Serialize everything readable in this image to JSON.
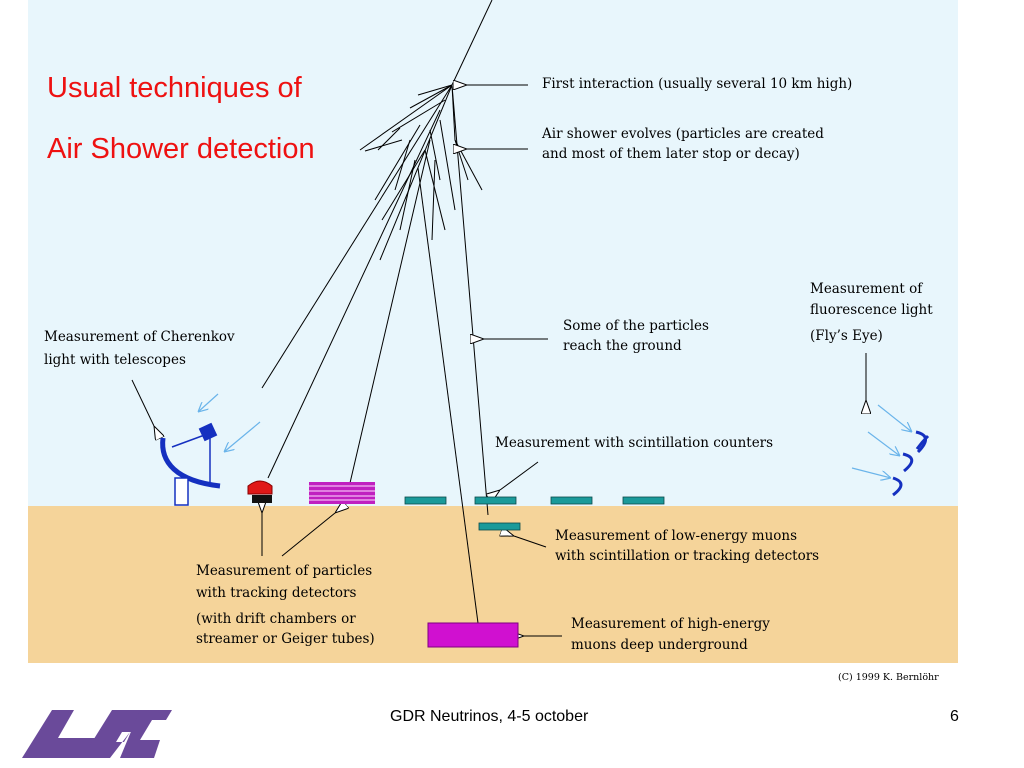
{
  "title": {
    "line1": "Usual techniques of",
    "line2": "Air Shower detection"
  },
  "annotations": {
    "first_interaction": "First interaction (usually several 10 km high)",
    "shower_evolves_1": "Air shower evolves (particles are created",
    "shower_evolves_2": "and most of them later stop or decay)",
    "reach_ground_1": "Some of the particles",
    "reach_ground_2": "reach the ground",
    "cherenkov_1": "Measurement of Cherenkov",
    "cherenkov_2": "light with telescopes",
    "fluorescence_1": "Measurement of",
    "fluorescence_2": "fluorescence light",
    "fluorescence_3": "(Fly’s Eye)",
    "scintillation": "Measurement with scintillation counters",
    "low_energy_muons_1": "Measurement of low-energy muons",
    "low_energy_muons_2": "with scintillation or tracking detectors",
    "tracking_1": "Measurement of particles",
    "tracking_2": "with tracking detectors",
    "tracking_3": "(with drift chambers or",
    "tracking_4": "streamer or Geiger tubes)",
    "high_energy_muons_1": "Measurement of high-energy",
    "high_energy_muons_2": "muons deep underground"
  },
  "copyright": "(C) 1999 K. Bernlöhr",
  "footer": {
    "center_text": "GDR Neutrinos, 4-5 october",
    "page_number": "6",
    "logo": "lal-logo"
  },
  "colors": {
    "sky": "#e8f6fc",
    "ground": "#f5d49a",
    "title": "#ee1111",
    "telescope": "#1530c0",
    "scintillator": "#1a9a9a",
    "tracking_detector": "#c020c0",
    "muon_detector": "#d010d0",
    "cherenkov_light": "#7fc4f0",
    "logo": "#6a4a9a"
  }
}
